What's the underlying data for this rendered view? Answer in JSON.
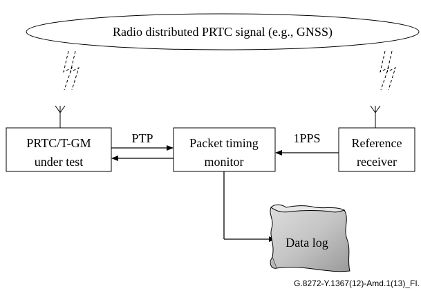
{
  "signal": {
    "label": "Radio distributed PRTC signal (e.g., GNSS)"
  },
  "boxes": {
    "prtc": {
      "line1": "PRTC/T-GM",
      "line2": "under test"
    },
    "monitor": {
      "line1": "Packet timing",
      "line2": "monitor"
    },
    "receiver": {
      "line1": "Reference",
      "line2": "receiver"
    }
  },
  "links": {
    "ptp": "PTP",
    "pps": "1PPS"
  },
  "datalog": {
    "label": "Data log"
  },
  "figure_id": "G.8272-Y.1367(12)-Amd.1(13)_FI."
}
